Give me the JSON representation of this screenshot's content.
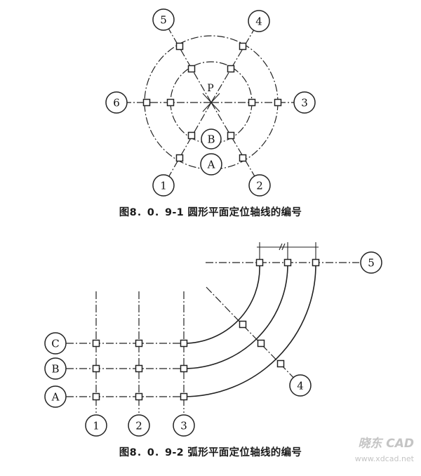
{
  "figure1": {
    "caption": "图8．0．9-1 圆形平面定位轴线的编号",
    "axis_labels": [
      "1",
      "2",
      "3",
      "4",
      "5",
      "6"
    ],
    "ring_labels": [
      "A",
      "B"
    ],
    "center_label": "P"
  },
  "figure2": {
    "caption": "图8．0．9-2 弧形平面定位轴线的编号",
    "row_labels": [
      "A",
      "B",
      "C"
    ],
    "column_labels": [
      "1",
      "2",
      "3"
    ],
    "radial_labels": [
      "4",
      "5"
    ]
  },
  "watermark": {
    "brand": "晓东 CAD",
    "url": "www.xdcad.net"
  }
}
